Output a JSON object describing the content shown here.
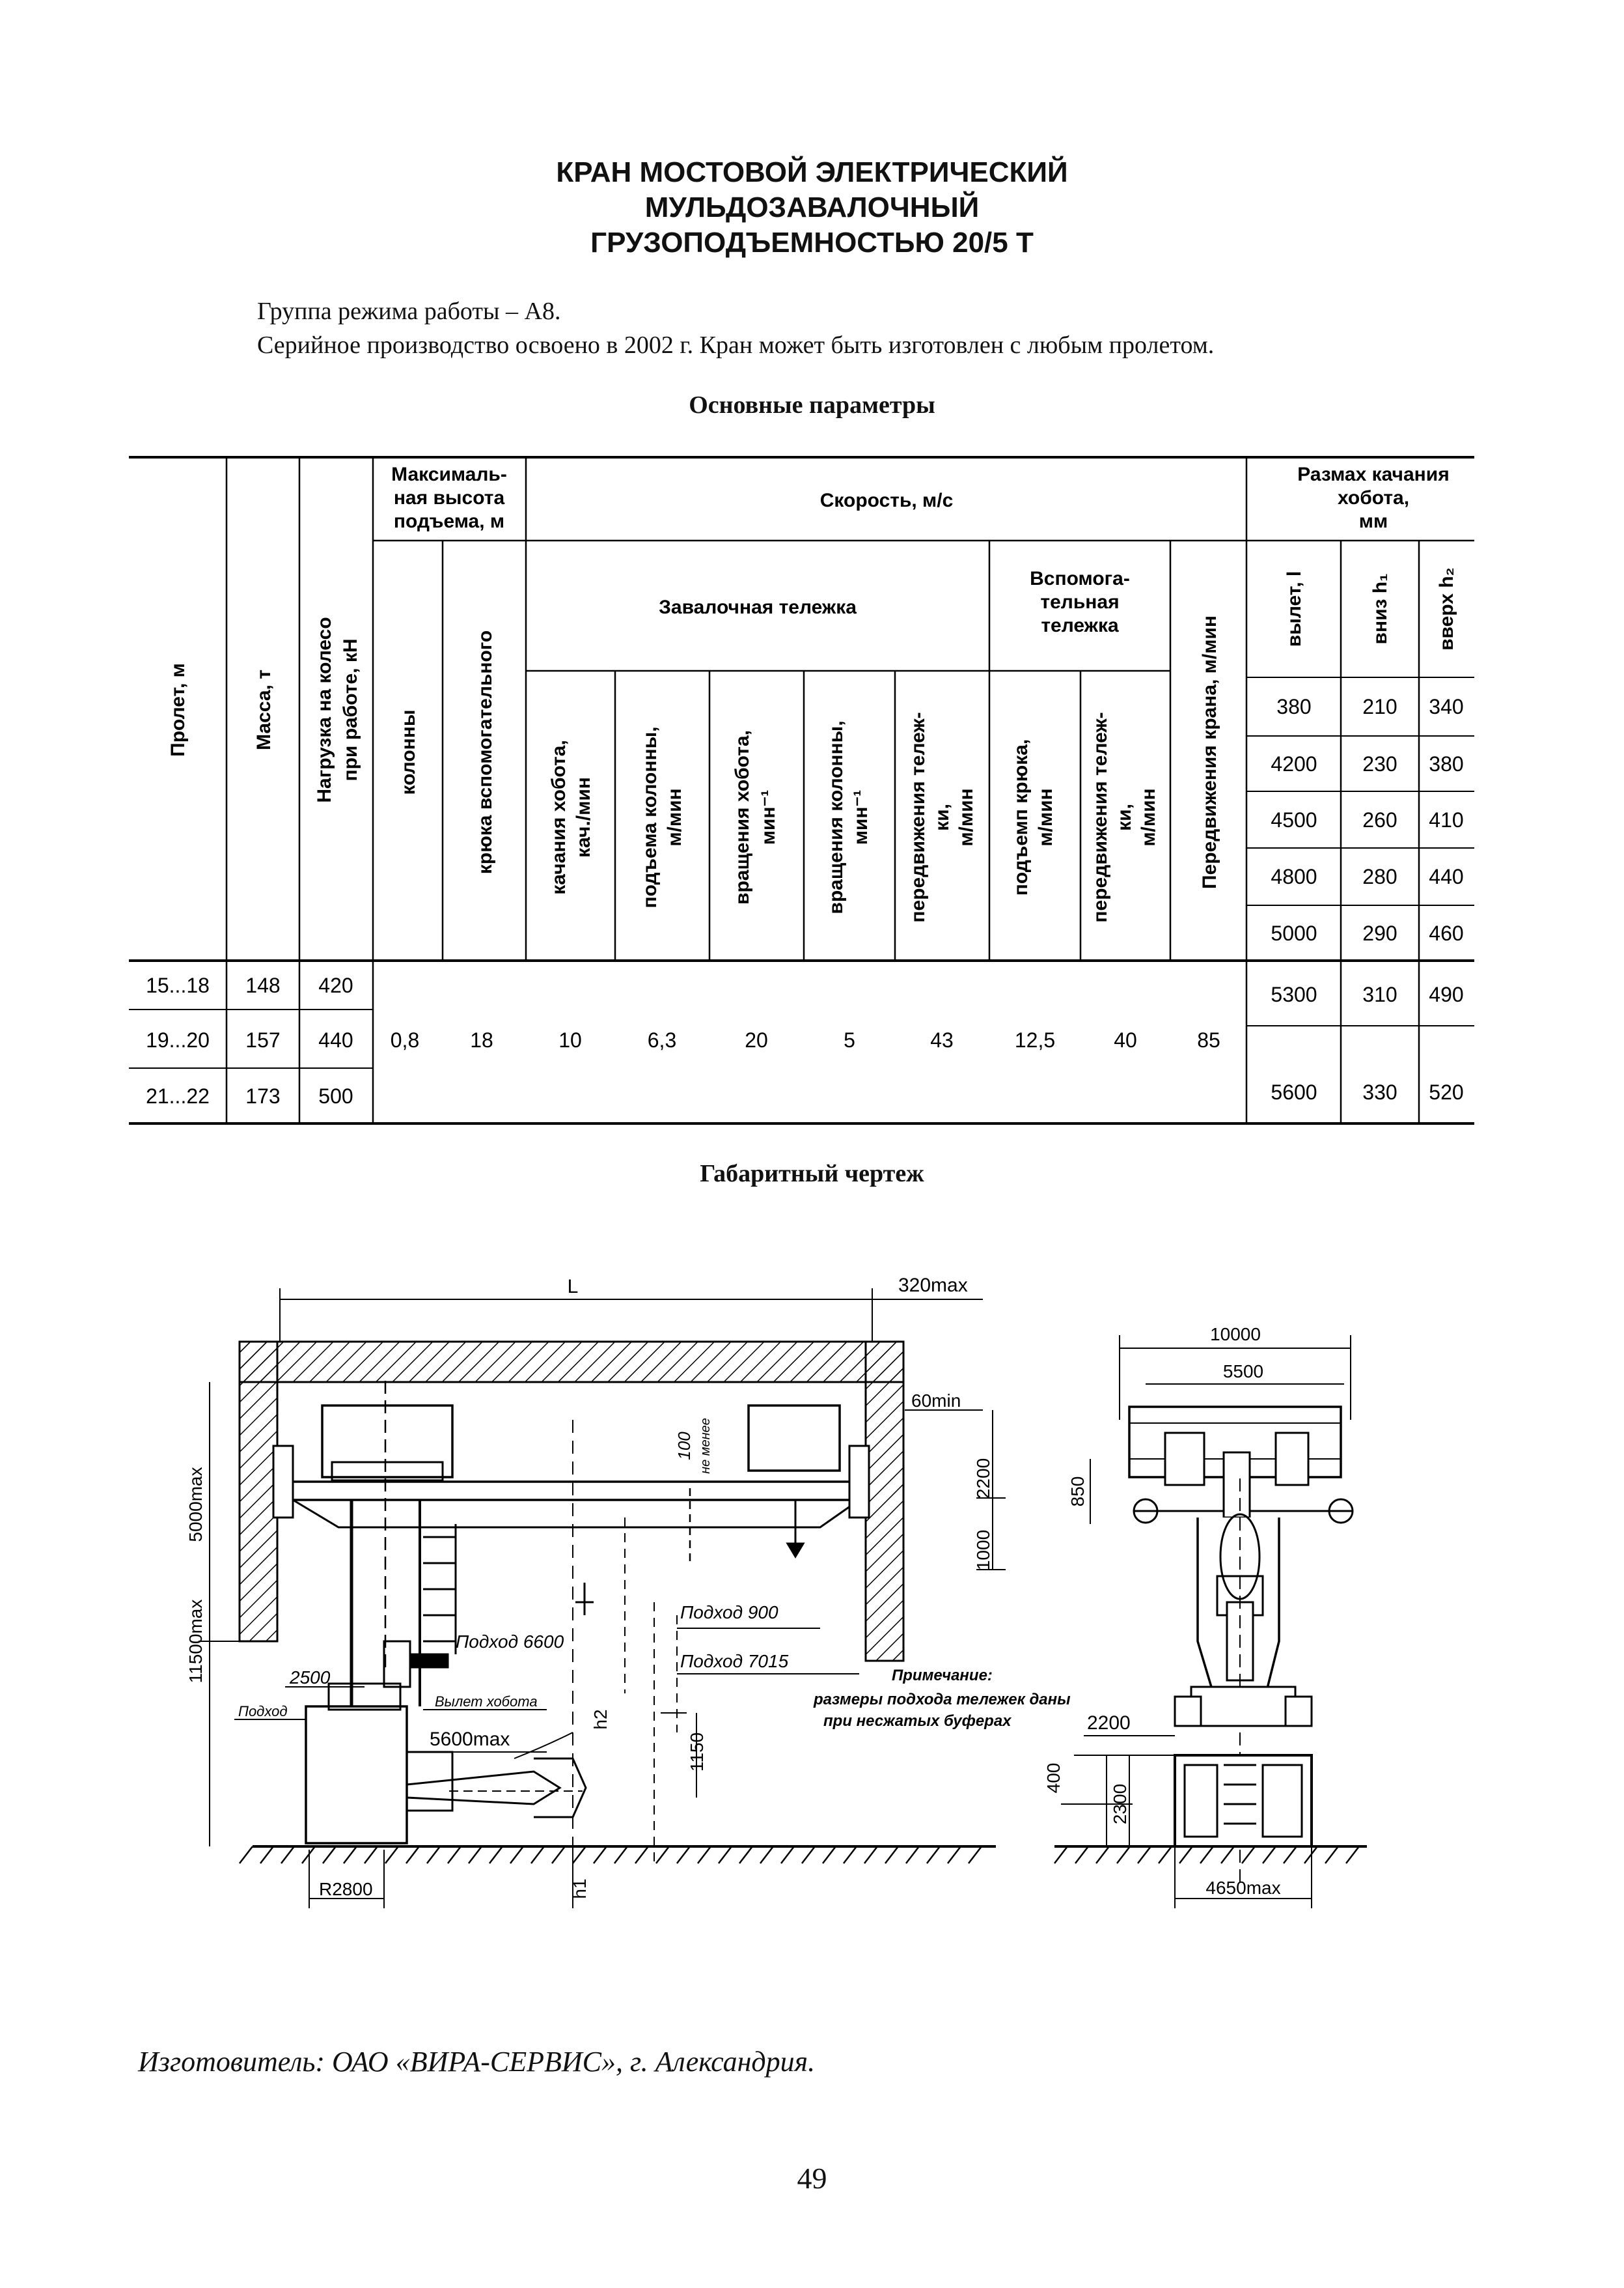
{
  "title": [
    "КРАН МОСТОВОЙ ЭЛЕКТРИЧЕСКИЙ",
    "МУЛЬДОЗАВАЛОЧНЫЙ",
    "ГРУЗОПОДЪЕМНОСТЬЮ 20/5 Т"
  ],
  "intro": [
    "Группа режима работы – А8.",
    "Серийное производство освоено в 2002 г. Кран может быть изготовлен с любым пролетом."
  ],
  "params_heading": "Основные параметры",
  "table": {
    "group_max_height": [
      "Максималь-",
      "ная высота",
      "подъема, м"
    ],
    "group_speed": "Скорость, м/с",
    "group_swing": [
      "Размах качания",
      "хобота,",
      "мм"
    ],
    "subgroup_charging": "Завалочная тележка",
    "subgroup_aux": [
      "Вспомога-",
      "тельная",
      "тележка"
    ],
    "col_span": "Пролет, м",
    "col_mass": "Масса, т",
    "col_load": [
      "Нагрузка на колесо",
      "при работе, кН"
    ],
    "col_column": "колонны",
    "col_aux_hook": "крюка вспомогательного",
    "col_swing_rate": [
      "качания хобота,",
      "кач./мин"
    ],
    "col_column_lift": [
      "подъема колонны,",
      "м/мин"
    ],
    "col_trunk_rot": [
      "вращения хобота,",
      "мин⁻¹"
    ],
    "col_column_rot": [
      "вращения колонны,",
      "мин⁻¹"
    ],
    "col_trolley_travel": [
      "передвижения тележ-",
      "ки,",
      "м/мин"
    ],
    "col_hook_lift": [
      "подъемп крюка,",
      "м/мин"
    ],
    "col_aux_travel": [
      "передвижения тележ-",
      "ки,",
      "м/мин"
    ],
    "col_crane_travel": "Передвижения крана, м/мин",
    "col_reach": "вылет, l",
    "col_down": "вниз h₁",
    "col_up": "вверх h₂",
    "swing_rows": [
      [
        "380",
        "210",
        "340"
      ],
      [
        "4200",
        "230",
        "380"
      ],
      [
        "4500",
        "260",
        "410"
      ],
      [
        "4800",
        "280",
        "440"
      ],
      [
        "5000",
        "290",
        "460"
      ],
      [
        "5300",
        "310",
        "490"
      ],
      [
        "5600",
        "330",
        "520"
      ]
    ],
    "rows": [
      [
        "15...18",
        "148",
        "420"
      ],
      [
        "19...20",
        "157",
        "440"
      ],
      [
        "21...22",
        "173",
        "500"
      ]
    ],
    "merged": [
      "0,8",
      "18",
      "10",
      "6,3",
      "20",
      "5",
      "43",
      "12,5",
      "40",
      "85"
    ]
  },
  "drawing_heading": "Габаритный чертеж",
  "drawing": {
    "L": "L",
    "d320max": "320max",
    "d60min": "60min",
    "d2200": "2200",
    "d1000": "1000",
    "d100": "100",
    "ne_menee": "не менее",
    "d5000max": "5000max",
    "d11500max": "11500max",
    "approach6600": "Подход 6600",
    "approach900": "Подход 900",
    "approach7015": "Подход 7015",
    "d2500": "2500",
    "approach": "Подход",
    "trunk_reach": "Вылет хобота",
    "d5600max": "5600max",
    "h2": "h2",
    "d1150": "1150",
    "h1": "h1",
    "R2800": "R2800",
    "note": [
      "Примечание:",
      "размеры подхода тележек даны",
      "при несжатых буферах"
    ],
    "d10000": "10000",
    "d5500": "5500",
    "d850": "850",
    "d2200b": "2200",
    "d400": "400",
    "d2300": "2300",
    "d4650max": "4650max"
  },
  "footer": "Изготовитель: ОАО «ВИРА-СЕРВИС», г. Александрия.",
  "page_number": "49"
}
